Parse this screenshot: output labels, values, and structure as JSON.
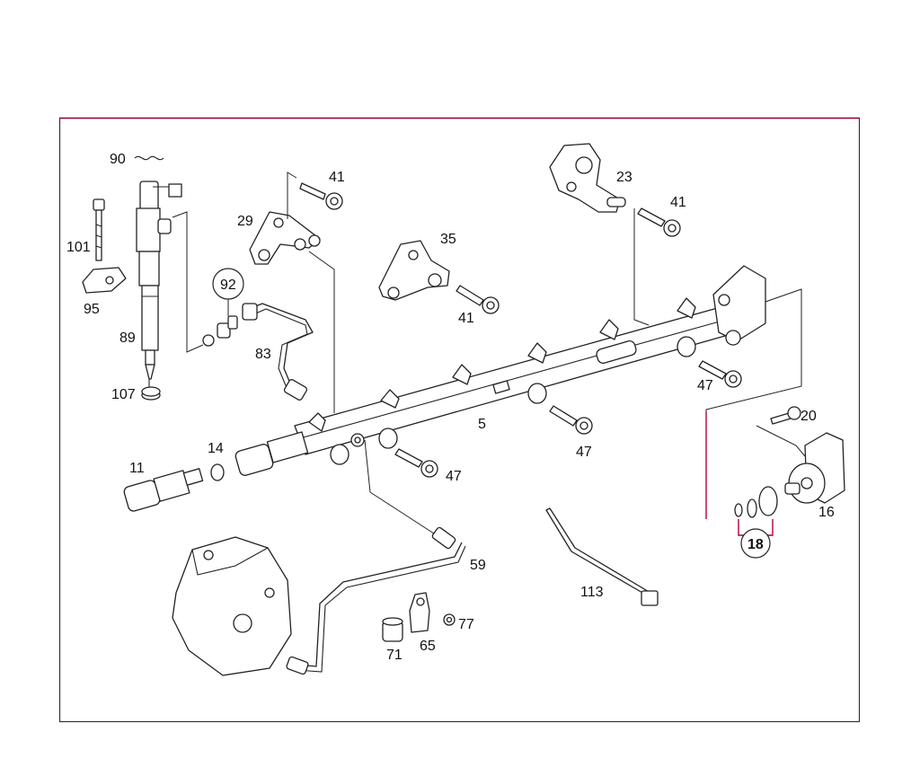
{
  "diagram": {
    "labels": {
      "p90": "90",
      "p101": "101",
      "p95": "95",
      "p89": "89",
      "p107": "107",
      "p92": "92",
      "p83": "83",
      "p29": "29",
      "p41a": "41",
      "p35": "35",
      "p41b": "41",
      "p23": "23",
      "p41c": "41",
      "p47a": "47",
      "p5": "5",
      "p47b": "47",
      "p47c": "47",
      "p20": "20",
      "p16": "16",
      "p18": "18",
      "p11": "11",
      "p14": "14",
      "p59": "59",
      "p113": "113",
      "p71": "71",
      "p65": "65",
      "p77": "77"
    }
  }
}
